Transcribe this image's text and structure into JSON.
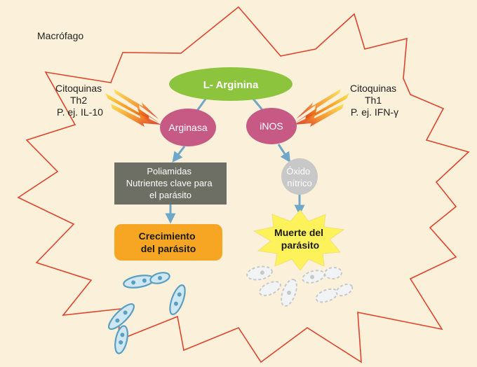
{
  "cell_label": "Macrófago",
  "center": {
    "label": "L- Arginina",
    "color": "#8cc43e"
  },
  "left_pathway": {
    "stimulus_lines": [
      "Citoquinas",
      "Th2",
      "P. ej. IL-10"
    ],
    "enzyme": "Arginasa",
    "product_lines": [
      "Poliamidas",
      "Nutrientes clave para",
      "el parásito"
    ],
    "outcome_lines": [
      "Crecimiento",
      "del parásito"
    ],
    "outcome_color": "#f6a623"
  },
  "right_pathway": {
    "stimulus_lines": [
      "Citoquinas",
      "Th1",
      "P. ej. IFN-γ"
    ],
    "enzyme": "iNOS",
    "product_lines": [
      "Óxido",
      "nítrico"
    ],
    "outcome_lines": [
      "Muerte del",
      "parásito"
    ],
    "outcome_color": "#fdf25a"
  },
  "colors": {
    "background": "#fbf0d9",
    "cell_outline": "#e0442c",
    "enzyme_fill": "#c75a85",
    "product_box": "#6d6e64",
    "nitric_oxide": "#c8c8c8",
    "arrow": "#6fa7c9",
    "parasite": "#5a9fc1"
  }
}
